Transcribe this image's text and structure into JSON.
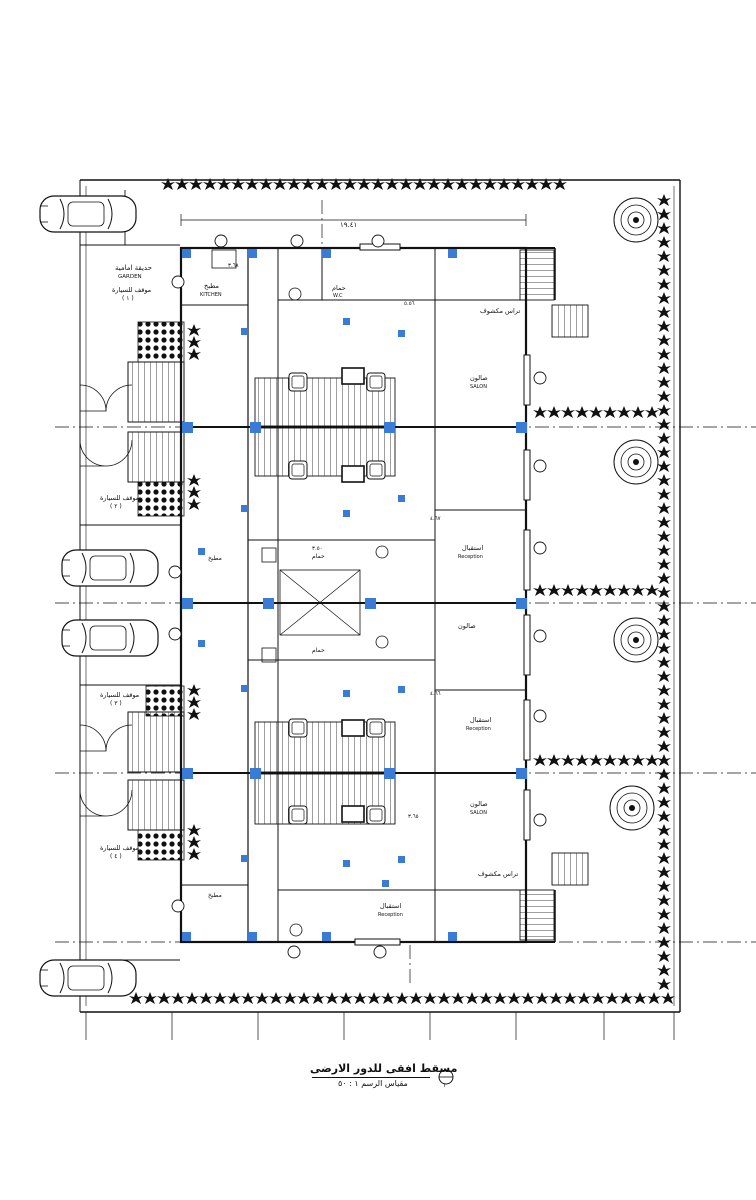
{
  "labels": {
    "front_garden_ar": "حديقة امامية",
    "garden_en": "GARDEN",
    "parking_1": "موقف للسيارة",
    "parking_index_1": "( ١ )",
    "parking_2": "موقف للسيارة",
    "parking_index_2": "( ٢ )",
    "parking_3": "موقف للسيارة",
    "parking_index_3": "( ٣ )",
    "parking_4": "موقف للسيارة",
    "parking_index_4": "( ٤ )",
    "kitchen_ar": "مطبخ",
    "kitchen_en": "KITCHEN",
    "wc_ar": "حمام",
    "wc_en": "W.C",
    "open_terrace_ar": "تراس مكشوف",
    "salon_ar": "صالون",
    "salon_en": "SALON",
    "reception_ar": "استقبال",
    "reception_en": "Reception"
  },
  "dimensions": {
    "overall_width": "١٩.٤١",
    "dim_a": "٣.٦٨",
    "dim_b": "٥.٥٦",
    "dim_c": "٤.٦٧",
    "dim_d": "٣.٥٠",
    "dim_e": "٤.٦٦",
    "dim_f": "٣.٦٥"
  },
  "title_block": {
    "title": "مسقط افقى للدور الارضى",
    "scale": "مقياس الرسم ١ : ٥٠",
    "sheet_mark": "١"
  },
  "colors": {
    "line": "#111111",
    "column": "#3a7bd5",
    "paper": "#ffffff"
  }
}
